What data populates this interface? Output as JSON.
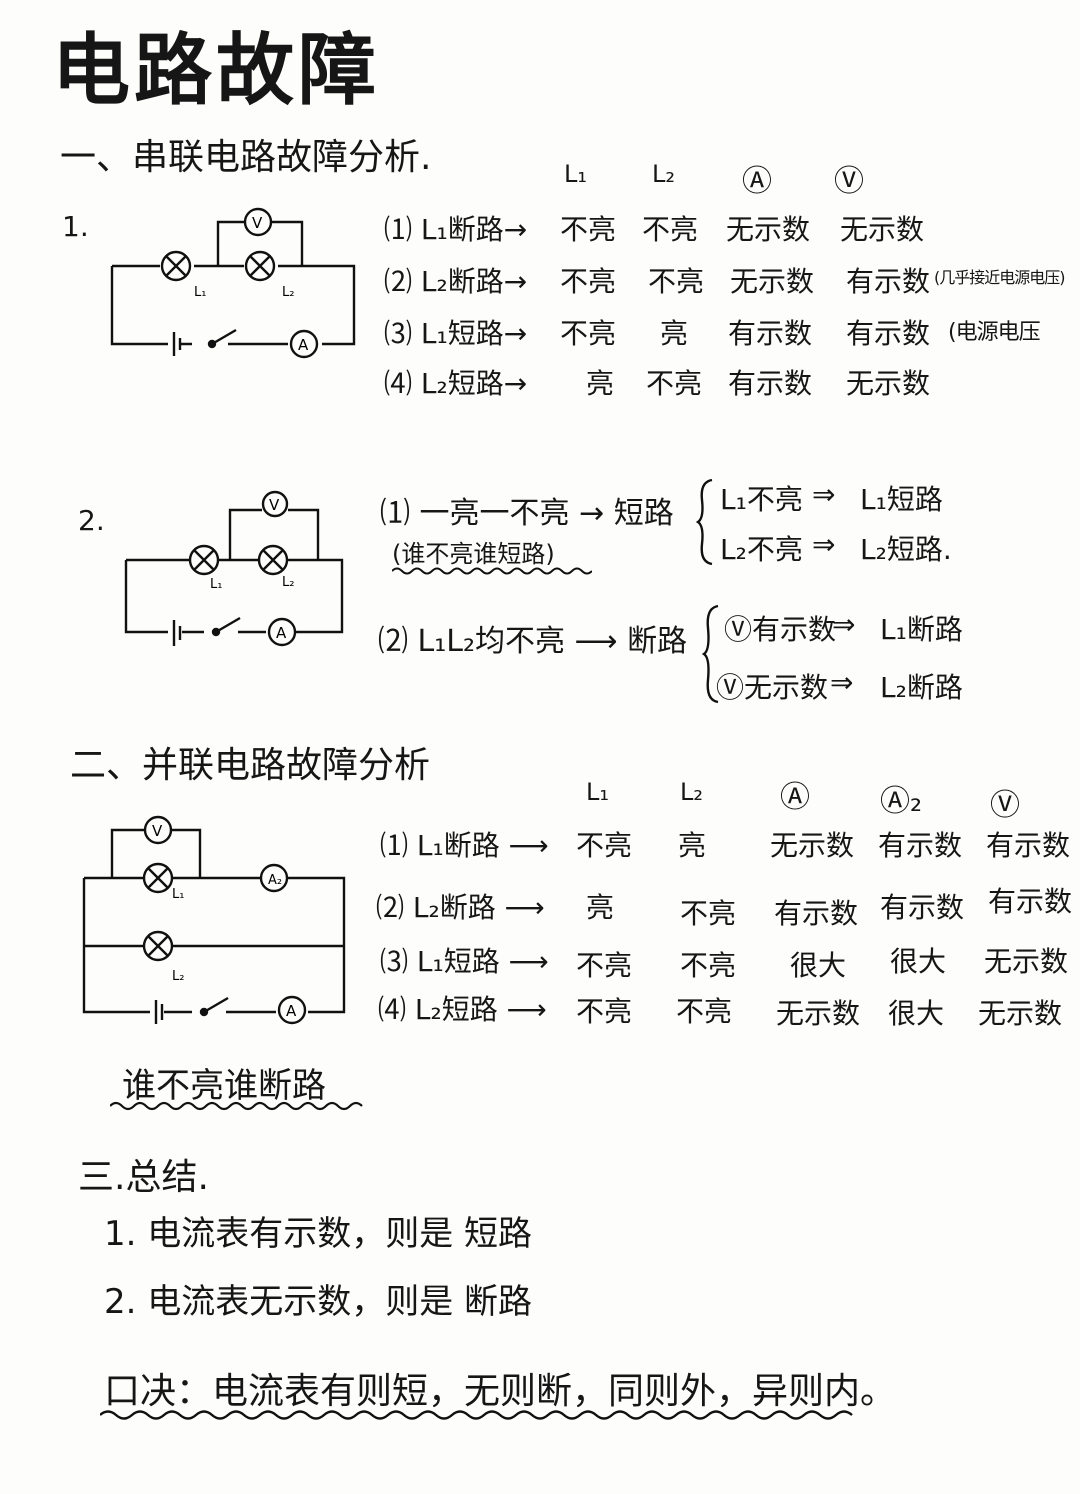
{
  "page": {
    "title": "电路故障",
    "section1": {
      "heading": "一、串联电路故障分析.",
      "col_headers": [
        "L₁",
        "L₂",
        "Ⓐ",
        "Ⓥ"
      ],
      "part1": {
        "num": "1.",
        "rows": [
          {
            "label": "⑴ L₁断路→",
            "l1": "不亮",
            "l2": "不亮",
            "a": "无示数",
            "v": "无示数",
            "note": ""
          },
          {
            "label": "⑵ L₂断路→",
            "l1": "不亮",
            "l2": "不亮",
            "a": "无示数",
            "v": "有示数",
            "note": "(几乎接近电源电压)"
          },
          {
            "label": "⑶ L₁短路→",
            "l1": "不亮",
            "l2": "亮",
            "a": "有示数",
            "v": "有示数",
            "note": "(电源电压"
          },
          {
            "label": "⑷ L₂短路→",
            "l1": "亮",
            "l2": "不亮",
            "a": "有示数",
            "v": "无示数",
            "note": ""
          }
        ]
      },
      "part2": {
        "num": "2.",
        "line1": "⑴ 一亮一不亮 → 短路",
        "line1_sub": "(谁不亮谁短路)",
        "brace1": [
          {
            "cond": "L₁不亮",
            "arrow": "⇒",
            "result": "L₁短路"
          },
          {
            "cond": "L₂不亮",
            "arrow": "⇒",
            "result": "L₂短路."
          }
        ],
        "line2": "⑵ L₁L₂均不亮 ⟶ 断路",
        "brace2": [
          {
            "cond": "Ⓥ有示数",
            "arrow": "⇒",
            "result": "L₁断路"
          },
          {
            "cond": "Ⓥ无示数",
            "arrow": "⇒",
            "result": "L₂断路"
          }
        ]
      }
    },
    "section2": {
      "heading": "二、并联电路故障分析",
      "col_headers": [
        "L₁",
        "L₂",
        "Ⓐ",
        "Ⓐ₂",
        "Ⓥ"
      ],
      "rows": [
        {
          "label": "⑴ L₁断路 ⟶",
          "l1": "不亮",
          "l2": "亮",
          "a": "无示数",
          "a2": "有示数",
          "v": "有示数"
        },
        {
          "label": "⑵ L₂断路 ⟶",
          "l1": "亮",
          "l2": "不亮",
          "a": "有示数",
          "a2": "有示数",
          "v": "有示数"
        },
        {
          "label": "⑶ L₁短路 ⟶",
          "l1": "不亮",
          "l2": "不亮",
          "a": "很大",
          "a2": "很大",
          "v": "无示数"
        },
        {
          "label": "⑷ L₂短路 ⟶",
          "l1": "不亮",
          "l2": "不亮",
          "a": "无示数",
          "a2": "很大",
          "v": "无示数"
        }
      ],
      "rule": "谁不亮谁断路"
    },
    "section3": {
      "heading": "三.总结.",
      "items": [
        "1. 电流表有示数，则是 短路",
        "2. 电流表无示数，则是 断路"
      ]
    },
    "mnemonic": "口决：电流表有则短，无则断，同则外，异则内。",
    "circuit_labels": {
      "v": "V",
      "a": "A",
      "l1": "L₁",
      "l2": "L₂",
      "a2": "A₂"
    }
  }
}
